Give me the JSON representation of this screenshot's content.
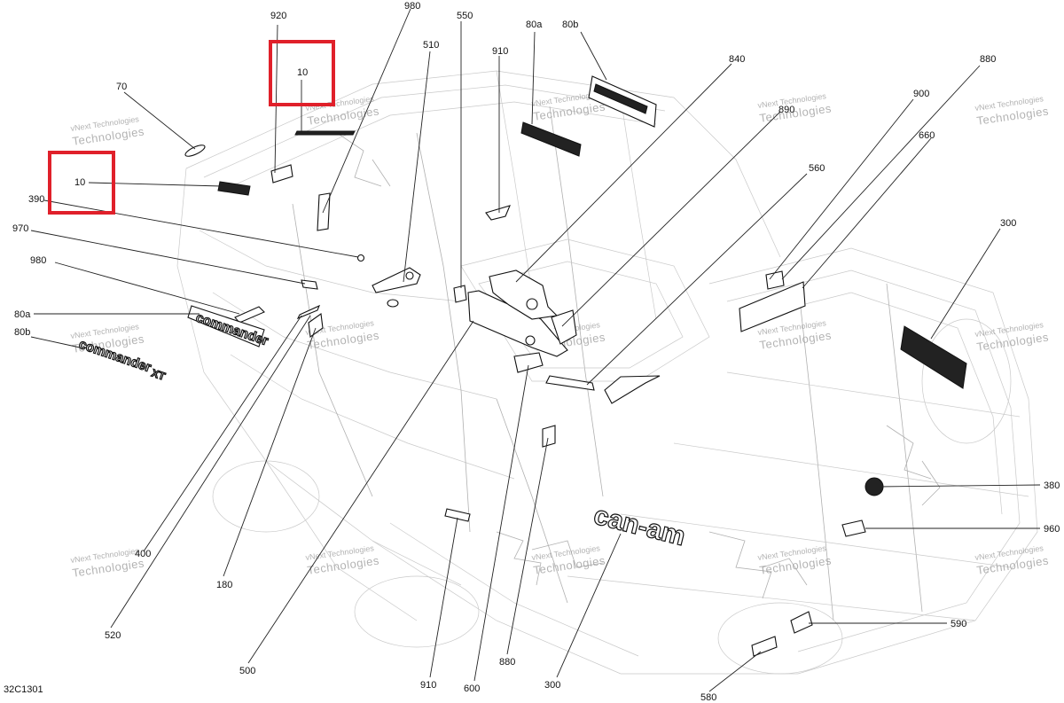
{
  "diagram": {
    "code": "32C1301",
    "watermark": {
      "line1": "vNext Technologies",
      "line2": "Technologies"
    },
    "highlighted_callouts": [
      "10",
      "10"
    ],
    "callouts": [
      {
        "id": "c920",
        "label": "920"
      },
      {
        "id": "c980a",
        "label": "980"
      },
      {
        "id": "c550",
        "label": "550"
      },
      {
        "id": "c80a_top",
        "label": "80a"
      },
      {
        "id": "c80b_top",
        "label": "80b"
      },
      {
        "id": "c910_top",
        "label": "910"
      },
      {
        "id": "c510",
        "label": "510"
      },
      {
        "id": "c840",
        "label": "840"
      },
      {
        "id": "c880_top",
        "label": "880"
      },
      {
        "id": "c890",
        "label": "890"
      },
      {
        "id": "c900",
        "label": "900"
      },
      {
        "id": "c660",
        "label": "660"
      },
      {
        "id": "c70",
        "label": "70"
      },
      {
        "id": "c10_top",
        "label": "10"
      },
      {
        "id": "c10_left",
        "label": "10"
      },
      {
        "id": "c390",
        "label": "390"
      },
      {
        "id": "c970",
        "label": "970"
      },
      {
        "id": "c980b",
        "label": "980"
      },
      {
        "id": "c80a_left",
        "label": "80a"
      },
      {
        "id": "c80b_left",
        "label": "80b"
      },
      {
        "id": "c560",
        "label": "560"
      },
      {
        "id": "c300_right",
        "label": "300"
      },
      {
        "id": "c380",
        "label": "380"
      },
      {
        "id": "c960",
        "label": "960"
      },
      {
        "id": "c590",
        "label": "590"
      },
      {
        "id": "c580",
        "label": "580"
      },
      {
        "id": "c300_bottom",
        "label": "300"
      },
      {
        "id": "c880_bottom",
        "label": "880"
      },
      {
        "id": "c600",
        "label": "600"
      },
      {
        "id": "c910_bottom",
        "label": "910"
      },
      {
        "id": "c500",
        "label": "500"
      },
      {
        "id": "c180",
        "label": "180"
      },
      {
        "id": "c520",
        "label": "520"
      },
      {
        "id": "c400",
        "label": "400"
      }
    ],
    "decal_text": {
      "brand": "can-am",
      "model": "commander",
      "model_suffix": "XT"
    }
  }
}
